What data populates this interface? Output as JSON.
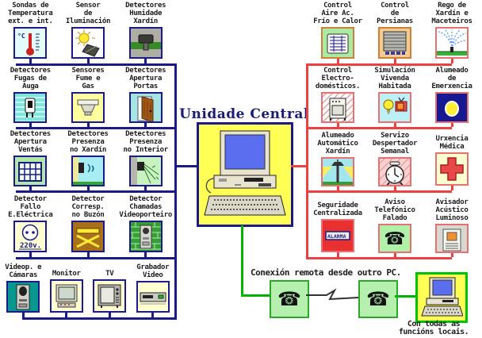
{
  "title": "Unidade Central",
  "colors": {
    "left_bus": "#1a1a8a",
    "right_bus": "#ee4040",
    "remote_bus": "#00b400",
    "central_box_bg": "#ffff55",
    "background": "#ffffff"
  },
  "left": {
    "rows": [
      {
        "items": [
          {
            "label": "Sondas de\nTemperatura\next. e int.",
            "icon": "thermometer"
          },
          {
            "label": "Sensor\nde\nIluminación",
            "icon": "light-sensor"
          },
          {
            "label": "Detectores\nHumidade\nXardín",
            "icon": "soil-moisture"
          }
        ]
      },
      {
        "items": [
          {
            "label": "Detectores\nFugas de\nAuga",
            "icon": "water-leak"
          },
          {
            "label": "Sensores\nFume e\nGas",
            "icon": "smoke-gas"
          },
          {
            "label": "Detectores\nApertura\nPortas",
            "icon": "door"
          }
        ]
      },
      {
        "items": [
          {
            "label": "Detectores\nApertura\nVentás",
            "icon": "window"
          },
          {
            "label": "Detectores\nPresenza\nno Xardín",
            "icon": "motion-garden"
          },
          {
            "label": "Detectores\nPresenza\nno Interior",
            "icon": "motion-indoor"
          }
        ]
      },
      {
        "items": [
          {
            "label": "Detector\nFallo\nE.Eléctrica",
            "icon": "power-outlet"
          },
          {
            "label": "Detector\nCorresp.\nno Buzón",
            "icon": "mailbox"
          },
          {
            "label": "Detector\nChamadas\nVideoporteiro",
            "icon": "video-doorphone"
          }
        ]
      },
      {
        "items": [
          {
            "label": "Videop. e\nCámaras",
            "icon": "camera-intercom"
          },
          {
            "label": "Monitor",
            "icon": "monitor"
          },
          {
            "label": "TV",
            "icon": "tv"
          },
          {
            "label": "Grabador\nVideo",
            "icon": "vcr"
          }
        ]
      }
    ]
  },
  "right": {
    "rows": [
      {
        "items": [
          {
            "label": "Control\nAire Ac.\nFrío e Calor",
            "icon": "ac-unit"
          },
          {
            "label": "Control\nde\nPersianas",
            "icon": "blinds"
          },
          {
            "label": "Rego de\nXardín e\nMaceteiros",
            "icon": "sprinkler"
          }
        ]
      },
      {
        "items": [
          {
            "label": "Control\nElectro-\ndomésticos.",
            "icon": "appliance"
          },
          {
            "label": "Simulación\nVivenda\nHabitada",
            "icon": "bulb-tv"
          },
          {
            "label": "Alumeado\nde\nEmerxencia",
            "icon": "emergency-light"
          }
        ]
      },
      {
        "items": [
          {
            "label": "Alumeado\nAutomático\nXardín",
            "icon": "garden-lamp"
          },
          {
            "label": "Servizo\nDespertador\nSemanal",
            "icon": "alarm-clock"
          },
          {
            "label": "Urxencia\nMédica",
            "icon": "medical-cross"
          }
        ]
      },
      {
        "items": [
          {
            "label": "Seguridade\nCentralizada",
            "icon": "alarm-box"
          },
          {
            "label": "Aviso\nTelefónico\nFalado",
            "icon": "telephone"
          },
          {
            "label": "Avisador\nAcústico\nLuminoso",
            "icon": "siren"
          }
        ]
      }
    ]
  },
  "remote": {
    "caption": "Conexión remota desde outro PC.",
    "pc_caption": "Con todas as\nfuncións locais."
  },
  "icon_text": {
    "thermo_unit": "°C",
    "outlet_label": "220v.",
    "alarm_label": "ALARMA",
    "phone_glyph": "☎"
  }
}
